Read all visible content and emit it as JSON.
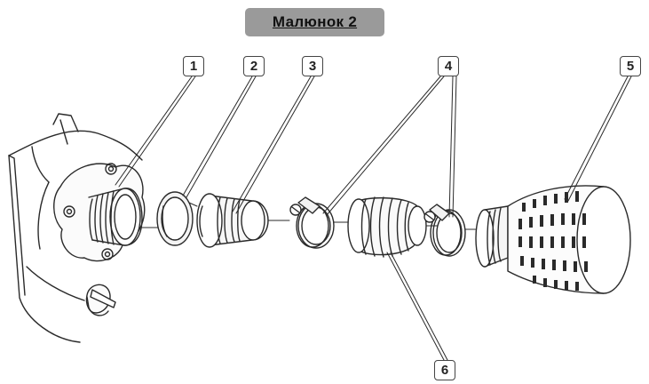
{
  "figure": {
    "title": "Малюнок 2",
    "callouts": [
      "1",
      "2",
      "3",
      "4",
      "5",
      "6"
    ]
  },
  "colors": {
    "title_badge": "#9a9a9a",
    "line": "#2a2a2a",
    "shade": "#d9d9d9"
  }
}
